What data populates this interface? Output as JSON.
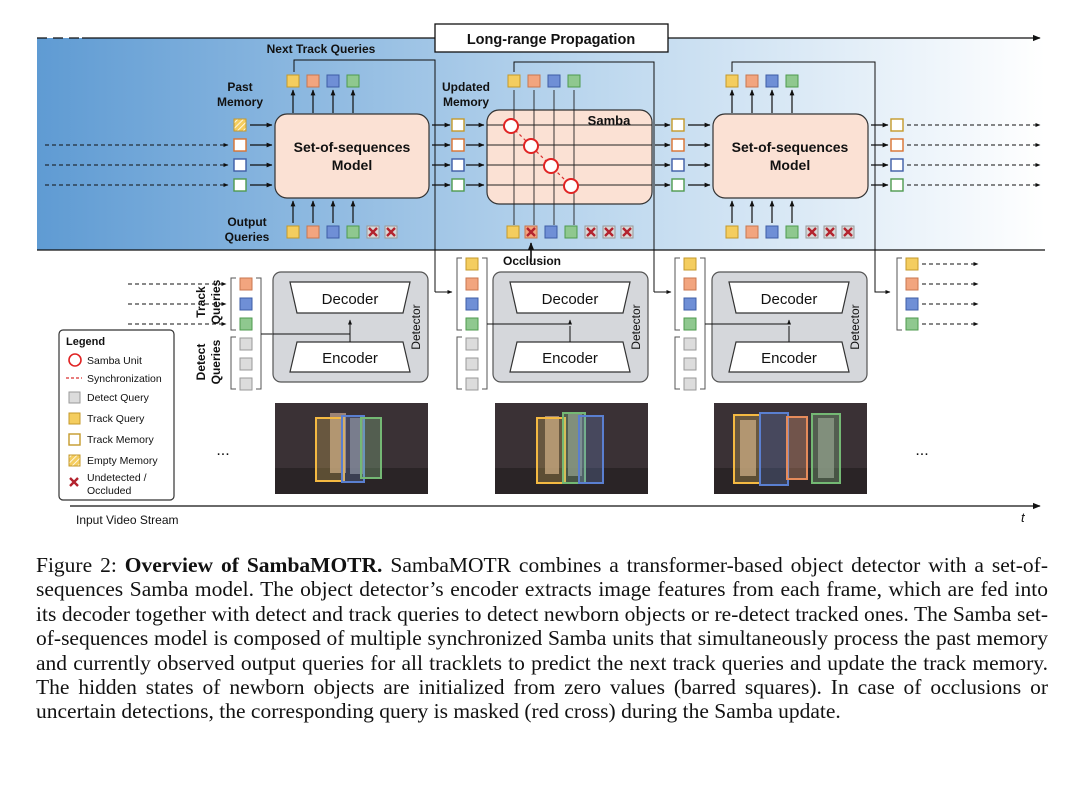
{
  "figure": {
    "labels": {
      "long_range": "Long-range Propagation",
      "next_track_queries": "Next Track Queries",
      "past_memory_1": "Past",
      "past_memory_2": "Memory",
      "updated_memory_1": "Updated",
      "updated_memory_2": "Memory",
      "samba": "Samba",
      "output_queries_1": "Output",
      "output_queries_2": "Queries",
      "sos_model_1": "Set-of-sequences",
      "sos_model_2": "Model",
      "occlusion": "Occlusion",
      "track_queries_1": "Track",
      "track_queries_2": "Queries",
      "detect_queries_1": "Detect",
      "detect_queries_2": "Queries",
      "decoder": "Decoder",
      "encoder": "Encoder",
      "detector": "Detector",
      "input_video_stream": "Input Video Stream",
      "time_axis": "t",
      "ellipsis": "..."
    },
    "legend": {
      "title": "Legend",
      "items": [
        {
          "label": "Samba Unit"
        },
        {
          "label": "Synchronization"
        },
        {
          "label": "Detect Query"
        },
        {
          "label": "Track Query"
        },
        {
          "label": "Track Memory"
        },
        {
          "label": "Empty Memory"
        },
        {
          "label": "Undetected /"
        },
        {
          "label": "Occluded"
        }
      ]
    },
    "colors": {
      "orange": "#f2a57f",
      "orange_light": "#fbe1d4",
      "blue": "#6f8fd6",
      "green": "#8fc88f",
      "yellow": "#f4cd5f",
      "gray": "#dcdcdc",
      "cross": "#b3232e",
      "samba_unit": "#e02424",
      "panel_blue": "#5f9bd3",
      "detector_box": "#d5d7db"
    }
  },
  "caption": {
    "prefix": "Figure 2: ",
    "title": "Overview of SambaMOTR.",
    "body": " SambaMOTR combines a transformer-based object detector with a set-of-sequences Samba model. The object detector’s encoder extracts image features from each frame, which are fed into its decoder together with detect and track queries to detect newborn objects or re-detect tracked ones. The Samba set-of-sequences model is composed of multiple synchronized Samba units that simultaneously process the past memory and currently observed output queries for all tracklets to predict the next track queries and update the track memory. The hidden states of newborn objects are initialized from zero values (barred squares). In case of occlusions or uncertain detections, the corresponding query is masked (red cross) during the Samba update."
  }
}
